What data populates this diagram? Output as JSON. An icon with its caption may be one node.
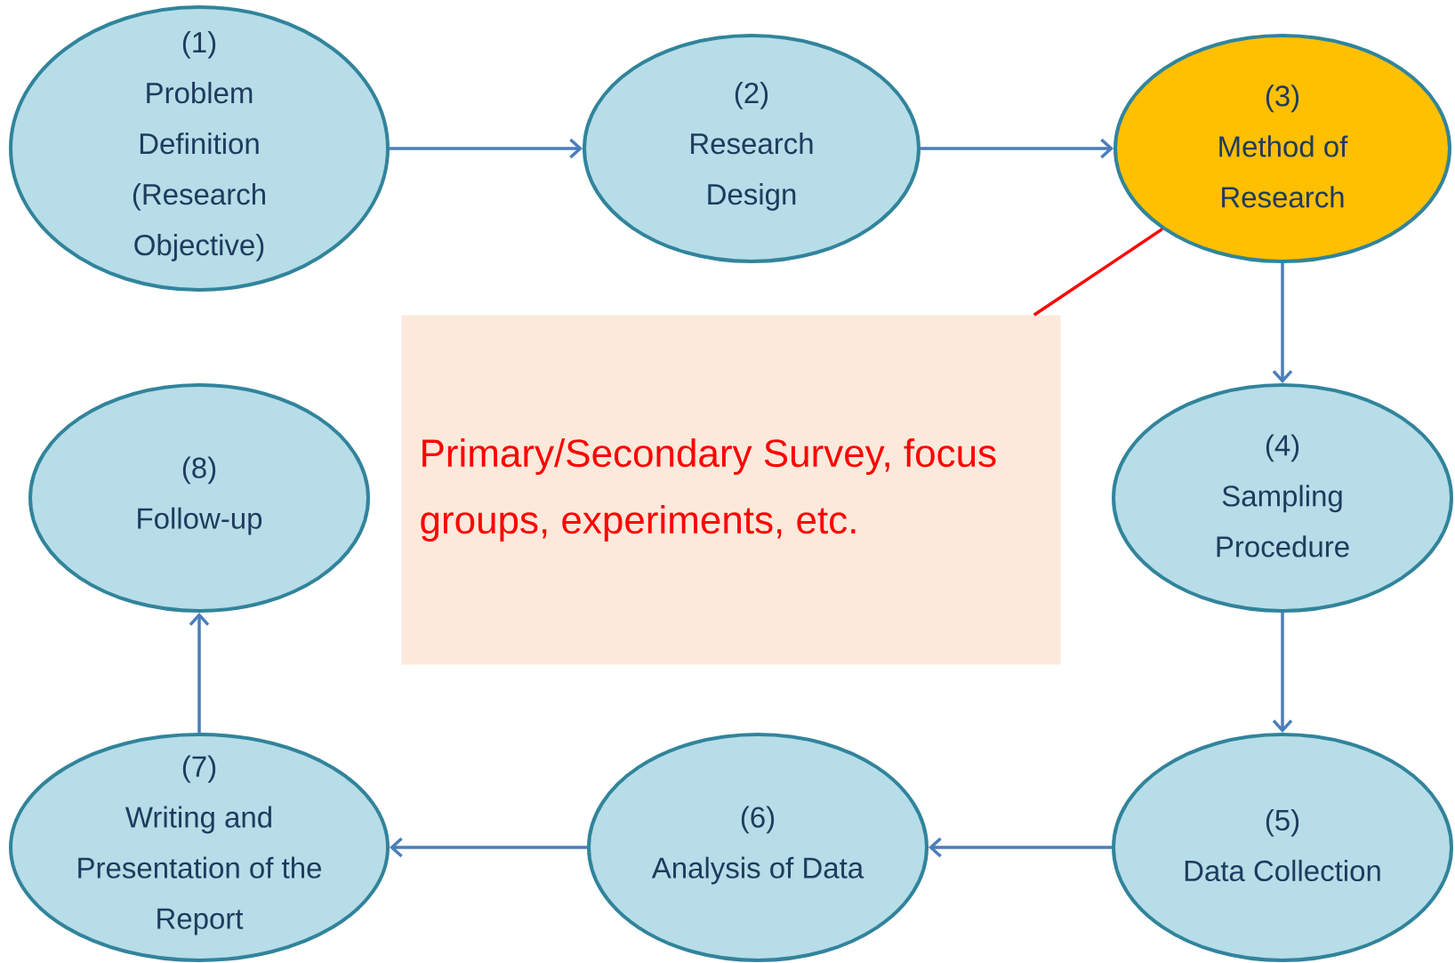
{
  "diagram": {
    "nodes": [
      {
        "text": [
          "(1)",
          "Problem Definition (Research Objective)"
        ]
      },
      {
        "text": [
          "(2)",
          "Research Design"
        ]
      },
      {
        "text": [
          "(3)",
          "Method of Research"
        ]
      },
      {
        "text": [
          "(4)",
          "Sampling Procedure"
        ]
      },
      {
        "text": [
          "(5)",
          "Data Collection"
        ]
      },
      {
        "text": [
          "(6)",
          "Analysis of Data"
        ]
      },
      {
        "text": [
          "(7)",
          "Writing and Presentation of the Report"
        ]
      },
      {
        "text": [
          "(8)",
          "Follow-up"
        ]
      },
      {
        "text": [
          "Primary/Secondary Survey, focus groups, experiments, etc."
        ]
      }
    ],
    "edges": [
      {
        "from": 0,
        "to": 1,
        "arrow": "to"
      },
      {
        "from": 1,
        "to": 2,
        "arrow": "to"
      },
      {
        "from": 2,
        "to": 3,
        "arrow": "to"
      },
      {
        "from": 3,
        "to": 4,
        "arrow": "to"
      },
      {
        "from": 4,
        "to": 5,
        "arrow": "to"
      },
      {
        "from": 5,
        "to": 6,
        "arrow": "to"
      },
      {
        "from": 6,
        "to": 7,
        "arrow": "to"
      },
      {
        "from": 8,
        "to": 2,
        "arrow": "none",
        "color": "#ff0000"
      }
    ]
  }
}
